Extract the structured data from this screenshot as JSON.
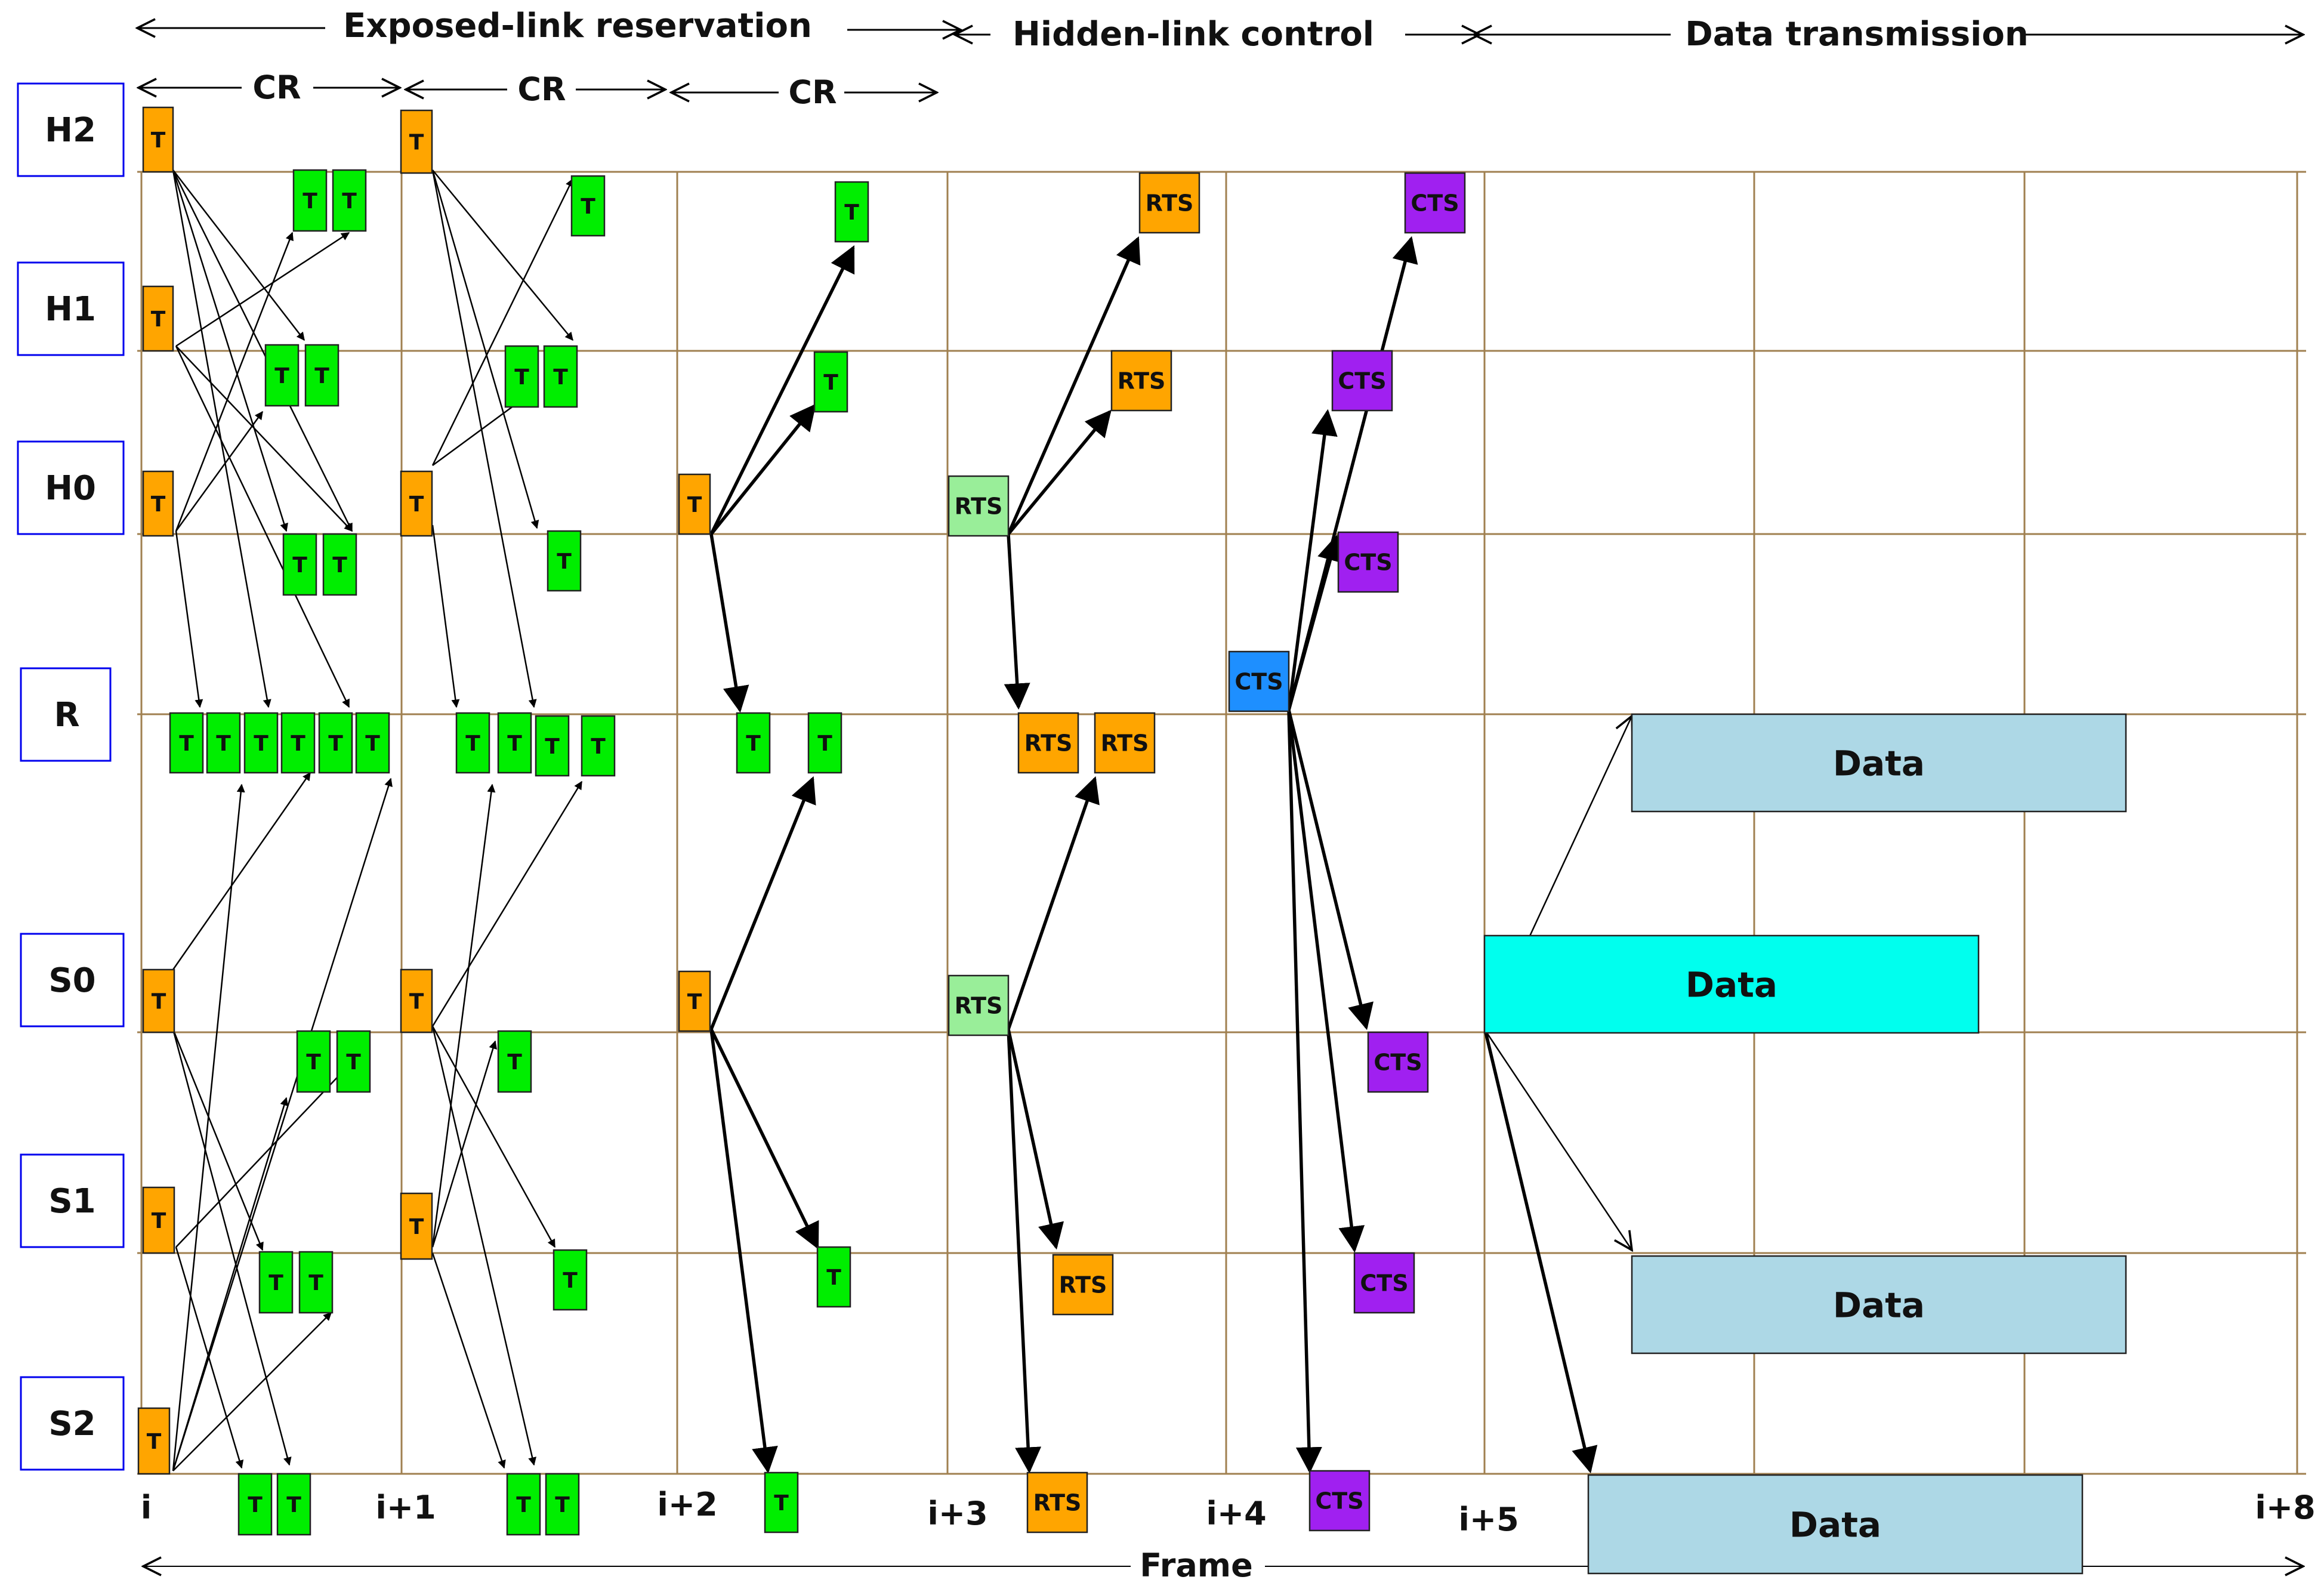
{
  "phases": [
    "Exposed-link reservation",
    "Hidden-link control",
    "Data transmission"
  ],
  "cr_label": "CR",
  "frame_label": "Frame",
  "node_labels": [
    "H2",
    "H1",
    "H0",
    "R",
    "S0",
    "S1",
    "S2"
  ],
  "slot_labels": [
    "i",
    "i+1",
    "i+2",
    "i+3",
    "i+4",
    "i+5",
    "i+8"
  ],
  "colors": {
    "tone_box": "#00ee00",
    "tone_orange": "#ffa500",
    "rts_green": "#99ee99",
    "cts_purple": "#a020f0",
    "cts_blue": "#1e8fff",
    "data_blue": "#add8e6",
    "data_cyan": "#00ffee",
    "grid": "#a08050",
    "node_border": "#0000ee"
  },
  "packets": {
    "t": "T",
    "rts": "RTS",
    "cts": "CTS",
    "data": "Data"
  }
}
